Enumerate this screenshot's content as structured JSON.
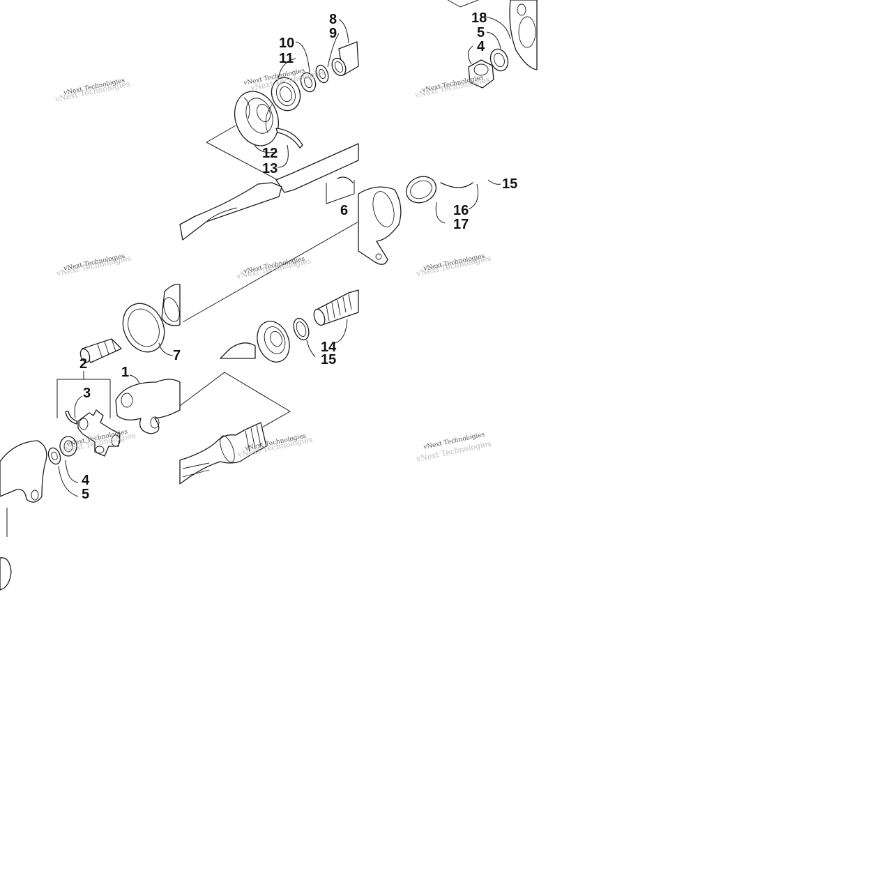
{
  "watermark": "vNext Technologies",
  "callouts": {
    "c1": "1",
    "c2": "2",
    "c3": "3",
    "c4a": "4",
    "c5a": "5",
    "c4b": "4",
    "c5b": "5",
    "c6": "6",
    "c7": "7",
    "c8": "8",
    "c9": "9",
    "c10": "10",
    "c11": "11",
    "c12": "12",
    "c13": "13",
    "c14": "14",
    "c15a": "15",
    "c15b": "15",
    "c16": "16",
    "c17": "17",
    "c18": "18"
  },
  "icons": [
    "u-joint-yoke",
    "drive-shaft",
    "bearing",
    "seal",
    "snap-ring",
    "flange"
  ]
}
